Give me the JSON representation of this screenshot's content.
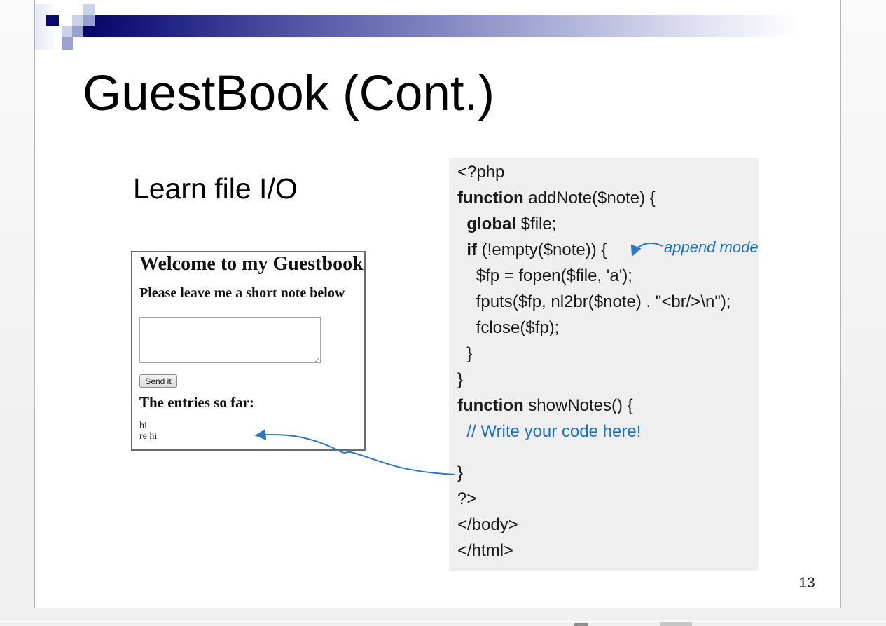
{
  "slide": {
    "title": "GuestBook (Cont.)",
    "subtitle": "Learn file I/O",
    "page_number": "13"
  },
  "guestbook": {
    "heading": "Welcome to my Guestbook",
    "prompt": "Please leave me a short note below",
    "textarea_value": "",
    "send_button_label": "Send it",
    "entries_heading": "The entries so far:",
    "entries": [
      "hi",
      "re hi"
    ]
  },
  "code": {
    "annotation": "append mode",
    "lines": [
      [
        {
          "t": "<?php"
        }
      ],
      [
        {
          "t": "function",
          "s": "kw"
        },
        {
          "t": " addNote($note) {"
        }
      ],
      [
        {
          "t": "  "
        },
        {
          "t": "global",
          "s": "kw"
        },
        {
          "t": " $file;"
        }
      ],
      [
        {
          "t": "  "
        },
        {
          "t": "if",
          "s": "kw"
        },
        {
          "t": " (!empty($note)) {"
        }
      ],
      [
        {
          "t": "    $fp = fopen($file, 'a');"
        }
      ],
      [
        {
          "t": "    fputs($fp, nl2br($note) . \"<br/>\\n\");"
        }
      ],
      [
        {
          "t": "    fclose($fp);"
        }
      ],
      [
        {
          "t": "  }"
        }
      ],
      [
        {
          "t": "}"
        }
      ],
      [
        {
          "t": "function",
          "s": "kw"
        },
        {
          "t": " showNotes() {"
        }
      ],
      [
        {
          "t": "  "
        },
        {
          "t": "// Write your code here!",
          "s": "cm"
        }
      ],
      [],
      [
        {
          "t": "}"
        }
      ],
      [
        {
          "t": "?>"
        }
      ],
      [
        {
          "t": "</body>"
        }
      ],
      [
        {
          "t": "</html>"
        }
      ]
    ]
  },
  "colors": {
    "accent_navy": "#08086b",
    "motif_light": "#ccd1ea",
    "motif_medium": "#9aa1d1",
    "annotation_blue": "#1a72c2",
    "arrow_blue": "#2e79c4",
    "code_background": "#efefef"
  }
}
